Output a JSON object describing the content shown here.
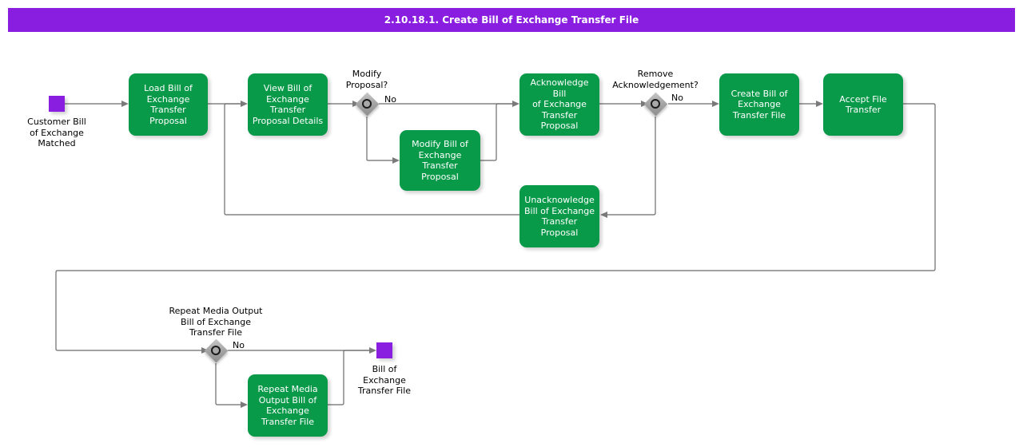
{
  "title": {
    "text": "2.10.18.1. Create Bill of Exchange Transfer File",
    "bar_color": "#8A1EE0",
    "text_color": "#FFFFFF"
  },
  "palette": {
    "activity_green": "#089949",
    "marker_purple": "#8A1EE0",
    "diamond_gray": "#A6A6A6",
    "connector_gray": "#6B6B6B",
    "background": "#FFFFFF"
  },
  "diagram": {
    "type": "flowchart",
    "start_node": {
      "name": "customer-bill-of-exchange-matched",
      "caption": "Customer Bill\nof Exchange\nMatched"
    },
    "end_node": {
      "name": "bill-of-exchange-transfer-file",
      "caption": "Bill of\nExchange\nTransfer File"
    },
    "activities": [
      {
        "id": "load-proposal",
        "label": "Load Bill of\nExchange\nTransfer\nProposal"
      },
      {
        "id": "view-proposal",
        "label": "View Bill of\nExchange\nTransfer\nProposal Details"
      },
      {
        "id": "modify-proposal",
        "label": "Modify Bill of\nExchange\nTransfer\nProposal"
      },
      {
        "id": "acknowledge-proposal",
        "label": "Acknowledge Bill\nof Exchange\nTransfer\nProposal"
      },
      {
        "id": "unacknowledge-proposal",
        "label": "Unacknowledge\nBill of Exchange\nTransfer\nProposal"
      },
      {
        "id": "create-file",
        "label": "Create Bill of\nExchange\nTransfer File"
      },
      {
        "id": "accept-transfer",
        "label": "Accept File\nTransfer"
      },
      {
        "id": "repeat-media-output",
        "label": "Repeat Media\nOutput Bill of\nExchange\nTransfer File"
      }
    ],
    "decisions": [
      {
        "id": "modify-proposal-decision",
        "caption": "Modify\nProposal?",
        "no_label": "No"
      },
      {
        "id": "remove-acknowledgement-decision",
        "caption": "Remove\nAcknowledgement?",
        "no_label": "No"
      },
      {
        "id": "repeat-media-output-decision",
        "caption": "Repeat Media Output\nBill of Exchange\nTransfer File",
        "no_label": "No"
      }
    ]
  }
}
